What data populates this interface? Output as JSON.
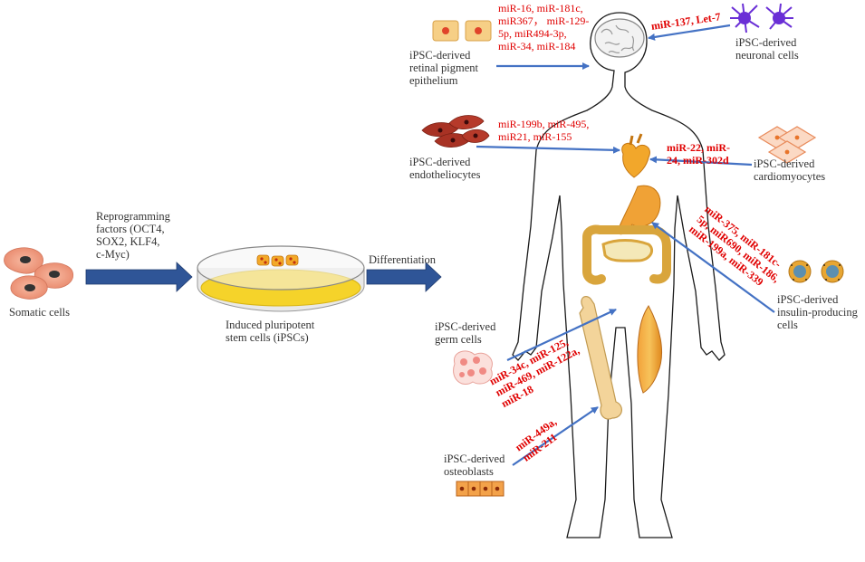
{
  "left_panel": {
    "somatic_label": "Somatic cells",
    "reprogramming_lines": [
      "Reprogramming",
      "factors (OCT4,",
      "SOX2, KLF4,",
      "c-Myc)"
    ],
    "ipsc_lines": [
      "Induced pluripotent",
      "stem cells (iPSCs)"
    ],
    "differentiation_label": "Differentiation"
  },
  "targets": {
    "rpe": {
      "label_lines": [
        "iPSC-derived",
        "retinal pigment",
        "epithelium"
      ],
      "mirna_lines": [
        "miR-16, miR-181c,",
        "miR367， miR-129-",
        "5p, miR494-3p,",
        "miR-34, miR-184"
      ]
    },
    "neuronal": {
      "label_lines": [
        "iPSC-derived",
        "neuronal cells"
      ],
      "mirna": "miR-137, Let-7"
    },
    "endothelio": {
      "label_lines": [
        "iPSC-derived",
        "endotheliocytes"
      ],
      "mirna_lines": [
        "miR-199b, miR-495,",
        "miR21, miR-155"
      ]
    },
    "cardio": {
      "label_lines": [
        "iPSC-derived",
        "cardiomyocytes"
      ],
      "mirna_lines": [
        "miR-22, miR-",
        "24, miR-302d"
      ]
    },
    "insulin": {
      "label_lines": [
        "iPSC-derived",
        "insulin-producing",
        "cells"
      ],
      "mirna_lines": [
        "miR-375, miR-181c-",
        "5p, miR690, miR-186,",
        "miR-199a, miR-339"
      ]
    },
    "germ": {
      "label_lines": [
        "iPSC-derived",
        "germ cells"
      ],
      "mirna_lines": [
        "miR-34c, miR-125,",
        "miR-469, miR-122a,",
        "miR-18"
      ]
    },
    "osteo": {
      "label_lines": [
        "iPSC-derived",
        "osteoblasts"
      ],
      "mirna_lines": [
        "miR-449a,",
        "miR-211"
      ]
    }
  },
  "colors": {
    "mirna_red": "#e00000",
    "arrow_blue": "#4472c4",
    "block_arrow_blue": "#2f5597",
    "dish_yellow": "#f5d32a"
  }
}
